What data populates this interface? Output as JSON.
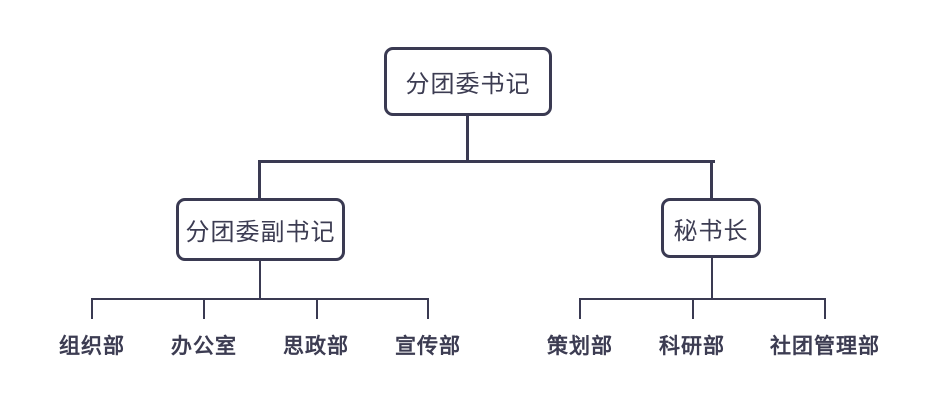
{
  "org": {
    "type": "org-chart",
    "colors": {
      "line": "#3a3a52",
      "text": "#3c3c52",
      "node_background": "#ffffff",
      "page_background": "#ffffff"
    },
    "root": {
      "label": "分团委书记"
    },
    "branches": [
      {
        "label": "分团委副书记",
        "children": [
          "组织部",
          "办公室",
          "思政部",
          "宣传部"
        ]
      },
      {
        "label": "秘书长",
        "children": [
          "策划部",
          "科研部",
          "社团管理部"
        ]
      }
    ]
  }
}
